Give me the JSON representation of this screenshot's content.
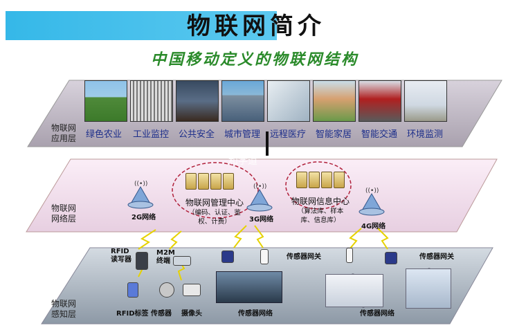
{
  "title": "物联网简介",
  "subtitle": "中国移动定义的物联网结构",
  "application_layer": {
    "label": [
      "物联网",
      "应用层"
    ],
    "items": [
      "绿色农业",
      "工业监控",
      "公共安全",
      "城市管理",
      "远程医疗",
      "智能家居",
      "智能交通",
      "环境监测"
    ]
  },
  "network_layer": {
    "label": [
      "物联网",
      "网络层"
    ],
    "networks": [
      "2G网络",
      "3G网络",
      "4G网络"
    ],
    "mgmt_center": {
      "title": "物联网管理中心",
      "desc": [
        "（编码、认证、鉴",
        "权、计费）"
      ]
    },
    "info_center": {
      "title": "物联网信息中心",
      "desc": [
        "（算法库、样本",
        "库、信息库）"
      ]
    }
  },
  "perception_layer": {
    "label": [
      "物联网",
      "感知层"
    ],
    "rfid_reader": [
      "RFID",
      "读写器"
    ],
    "m2m_terminal": [
      "M2M",
      "终端"
    ],
    "sensor_gateway": "传感器网关",
    "bottom_labels": [
      "RFID标签",
      "传感器",
      "摄像头",
      "传感器网络",
      "传感器网络"
    ]
  },
  "colors": {
    "title_bar": "#35b8e8",
    "subtitle": "#2a8a2a",
    "app_layer": "#bfb8c4",
    "net_layer": "#f0dcec",
    "sense_layer": "#b8c2cc"
  },
  "watermark": "和学道"
}
